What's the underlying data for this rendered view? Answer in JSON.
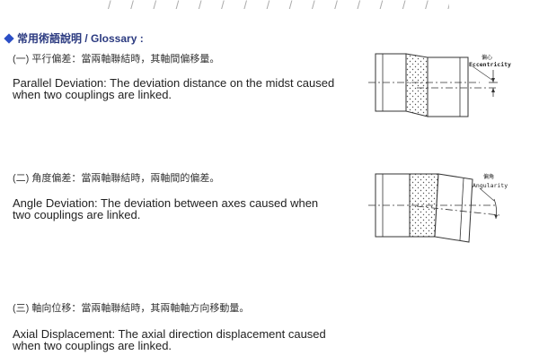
{
  "header": {
    "decoration": "/ / / / / / / / / / / / / / / / / / / / / / / / / / /",
    "title": "常用術語說明 / Glossary :"
  },
  "terms": [
    {
      "zh": "(一) 平行偏差：當兩軸聯結時，其軸間偏移量。",
      "en": "Parallel Deviation: The deviation distance on the midst caused when two couplings are linked.",
      "diagram_label_zh": "偏心",
      "diagram_label_en": "Eccentricity"
    },
    {
      "zh": "(二) 角度偏差：當兩軸聯結時，兩軸間的偏差。",
      "en": "Angle Deviation: The deviation between axes caused when two couplings are linked.",
      "diagram_label_zh": "偏角",
      "diagram_label_en": "Angularity"
    },
    {
      "zh": "(三) 軸向位移：當兩軸聯結時，其兩軸軸方向移動量。",
      "en": "Axial Displacement: The axial direction displacement caused when two couplings are linked."
    }
  ],
  "colors": {
    "heading": "#2b3a80",
    "bullet": "#2b4ec6"
  },
  "icons": {
    "bullet": "diamond-bullet-icon"
  }
}
